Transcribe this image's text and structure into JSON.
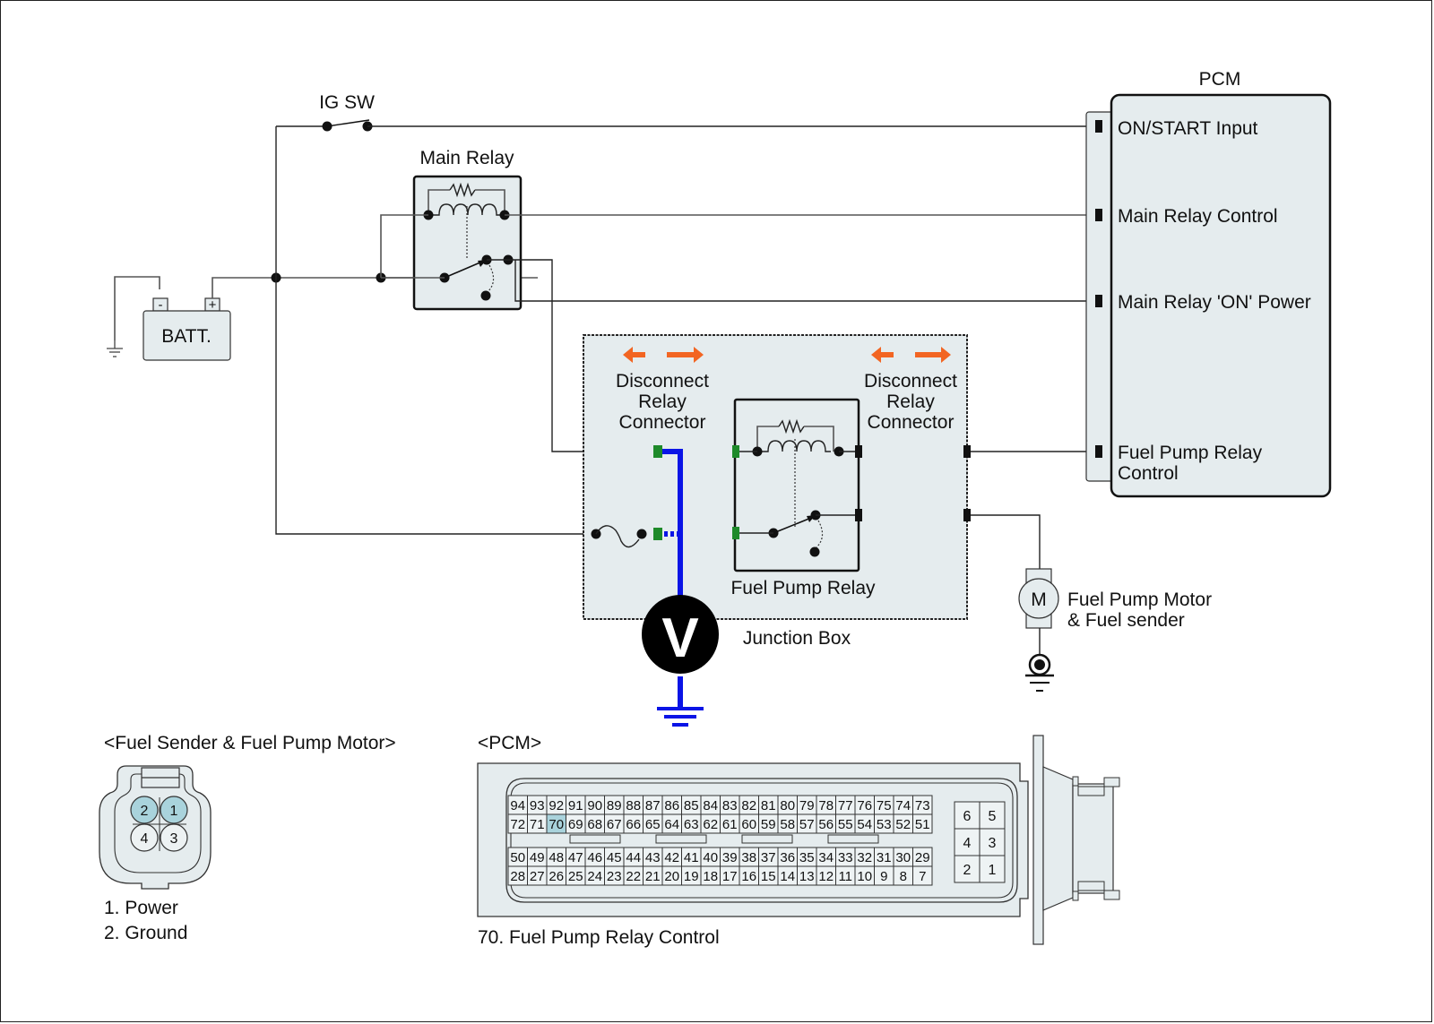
{
  "title": "Fuel Pump Relay Control Circuit",
  "labels": {
    "ig_sw": "IG SW",
    "main_relay": "Main Relay",
    "battery": "BATT.",
    "battery_neg": "-",
    "battery_pos": "+",
    "junction_box": "Junction Box",
    "fuel_pump_relay": "Fuel Pump Relay",
    "disconnect_left": [
      "Disconnect",
      "Relay",
      "Connector"
    ],
    "disconnect_right": [
      "Disconnect",
      "Relay",
      "Connector"
    ],
    "voltmeter": "V",
    "motor_symbol": "M",
    "motor_label": [
      "Fuel Pump Motor",
      "& Fuel sender"
    ]
  },
  "pcm": {
    "title": "PCM",
    "pins": [
      {
        "label": "ON/START Input"
      },
      {
        "label": "Main Relay Control"
      },
      {
        "label": "Main Relay 'ON' Power"
      },
      {
        "label": "Fuel Pump Relay",
        "label2": "Control"
      }
    ]
  },
  "colors": {
    "measurement_wire": "#0a14e6",
    "disconnect_arrow": "#f26522",
    "connector_terminal": "#1e8a2a",
    "highlight_pin": "#a9d3dc",
    "component_fill": "#e5ecee"
  },
  "fuel_sender_connector": {
    "title": "<Fuel Sender & Fuel Pump Motor>",
    "pins_top": [
      "2",
      "1"
    ],
    "pins_bottom": [
      "4",
      "3"
    ],
    "highlighted": [
      "1",
      "2"
    ],
    "legend": [
      "1. Power",
      "2. Ground"
    ]
  },
  "pcm_connector": {
    "title": "<PCM>",
    "row1": [
      "94",
      "93",
      "92",
      "91",
      "90",
      "89",
      "88",
      "87",
      "86",
      "85",
      "84",
      "83",
      "82",
      "81",
      "80",
      "79",
      "78",
      "77",
      "76",
      "75",
      "74",
      "73"
    ],
    "row2": [
      "72",
      "71",
      "70",
      "69",
      "68",
      "67",
      "66",
      "65",
      "64",
      "63",
      "62",
      "61",
      "60",
      "59",
      "58",
      "57",
      "56",
      "55",
      "54",
      "53",
      "52",
      "51"
    ],
    "row3": [
      "50",
      "49",
      "48",
      "47",
      "46",
      "45",
      "44",
      "43",
      "42",
      "41",
      "40",
      "39",
      "38",
      "37",
      "36",
      "35",
      "34",
      "33",
      "32",
      "31",
      "30",
      "29"
    ],
    "row4": [
      "28",
      "27",
      "26",
      "25",
      "24",
      "23",
      "22",
      "21",
      "20",
      "19",
      "18",
      "17",
      "16",
      "15",
      "14",
      "13",
      "12",
      "11",
      "10",
      "9",
      "8",
      "7"
    ],
    "aux_pins": [
      [
        "6",
        "5"
      ],
      [
        "4",
        "3"
      ],
      [
        "2",
        "1"
      ]
    ],
    "highlighted": "70",
    "legend": "70. Fuel Pump Relay Control"
  }
}
